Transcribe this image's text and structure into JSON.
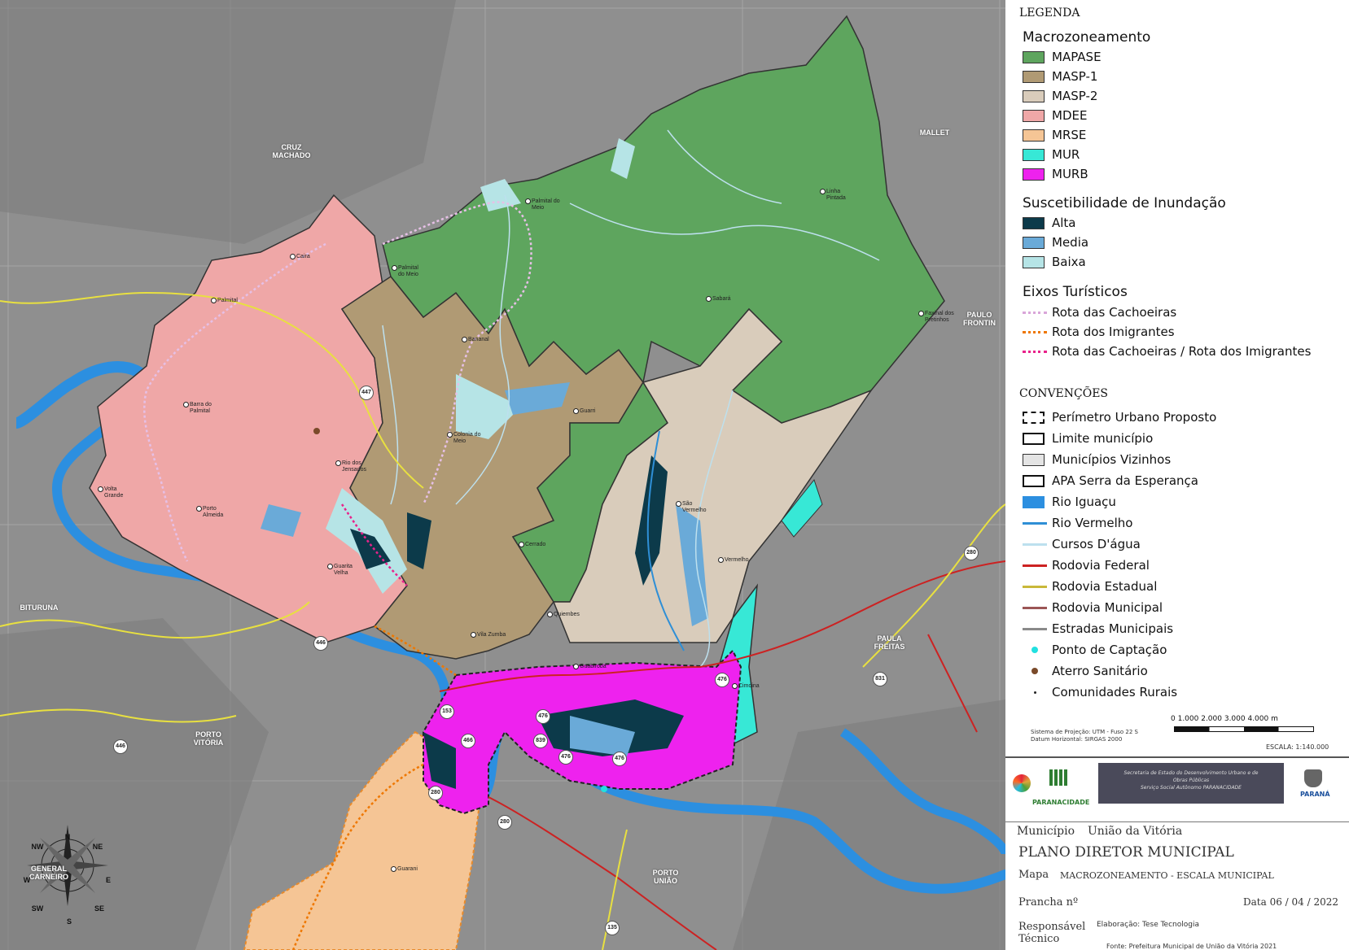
{
  "map": {
    "labels": {
      "cruz_machado": "CRUZ\nMACHADO",
      "mallet": "MALLET",
      "paulo_frontin": "PAULO\nFRONTIN",
      "bituruna": "BITURUNA",
      "porto_vitoria": "PORTO\nVITÓRIA",
      "paula_freitas": "PAULA\nFREITAS",
      "porto_uniao": "PORTO\nUNIÃO",
      "general_carneiro": "GENERAL\nCARNEIRO"
    },
    "places": [
      "Palmital do Meio",
      "Linha Pintada",
      "Sabará",
      "Faxinal dos Pretinhos",
      "Caira",
      "Palmital",
      "Palmital do Meio",
      "Bananal",
      "Barra do Palmital",
      "Rio dos Jensados",
      "Volta Grande",
      "Porto Almeida",
      "Guarita Velha",
      "Colonia do Meio",
      "Guarri",
      "Cerrado",
      "São Vermelho",
      "Vermelho",
      "Vila Zumba",
      "Quiembes",
      "Guabiroba",
      "Cimdina",
      "Guarani"
    ],
    "roads": [
      "447",
      "446",
      "476",
      "153",
      "466",
      "476",
      "280",
      "280",
      "476",
      "446",
      "831",
      "280",
      "135",
      "476",
      "839"
    ],
    "compass": {
      "n": "N",
      "ne": "NE",
      "nw": "NW",
      "w": "W",
      "e": "E",
      "sw": "SW",
      "se": "SE",
      "s": "S"
    }
  },
  "legend": {
    "title": "LEGENDA",
    "macrozone_title": "Macrozoneamento",
    "macrozones": [
      {
        "label": "MAPASE",
        "color": "#5ea55e"
      },
      {
        "label": "MASP-1",
        "color": "#b09a74"
      },
      {
        "label": "MASP-2",
        "color": "#d9ccbb"
      },
      {
        "label": "MDEE",
        "color": "#efa7a7"
      },
      {
        "label": "MRSE",
        "color": "#f5c595"
      },
      {
        "label": "MUR",
        "color": "#37e8d6"
      },
      {
        "label": "MURB",
        "color": "#ee22ee"
      }
    ],
    "flood_title": "Suscetibilidade de Inundação",
    "flood": [
      {
        "label": "Alta",
        "color": "#0c3a4a"
      },
      {
        "label": "Media",
        "color": "#6aaad8"
      },
      {
        "label": "Baixa",
        "color": "#b6e4e6"
      }
    ],
    "tourism_title": "Eixos Turísticos",
    "tourism": [
      {
        "label": "Rota das Cachoeiras",
        "color": "#d9a6d9"
      },
      {
        "label": "Rota dos Imigrantes",
        "color": "#ee7700"
      },
      {
        "label": "Rota das Cachoeiras / Rota dos Imigrantes",
        "color": "#e8228a"
      }
    ],
    "conventions_title": "CONVENÇÕES",
    "conventions": [
      {
        "label": "Perímetro Urbano Proposto",
        "kind": "dashed"
      },
      {
        "label": "Limite município",
        "kind": "box"
      },
      {
        "label": "Municípios Vizinhos",
        "kind": "grey"
      },
      {
        "label": "APA Serra da Esperança",
        "kind": "box"
      },
      {
        "label": "Rio Iguaçu",
        "kind": "blue"
      },
      {
        "label": "Rio Vermelho",
        "kind": "line",
        "color": "#2f8fd6"
      },
      {
        "label": "Cursos D'água",
        "kind": "line",
        "color": "#bde0ee"
      },
      {
        "label": "Rodovia Federal",
        "kind": "line",
        "color": "#cc2222"
      },
      {
        "label": "Rodovia Estadual",
        "kind": "line",
        "color": "#c9b83a"
      },
      {
        "label": "Rodovia Municipal",
        "kind": "line",
        "color": "#9b5555"
      },
      {
        "label": "Estradas Municipais",
        "kind": "line",
        "color": "#8a8a8a"
      },
      {
        "label": "Ponto de Captação",
        "kind": "dot",
        "color": "#22e0e0"
      },
      {
        "label": "Aterro Sanitário",
        "kind": "dot",
        "color": "#7a4a2a"
      },
      {
        "label": "Comunidades Rurais",
        "kind": "smalldot",
        "color": "#222222"
      }
    ],
    "scale_bar_label": "0    1.000 2.000 3.000 4.000 m",
    "projection": "Sistema de Projeção: UTM - Fuso 22 S\nDatum Horizontal: SIRGAS 2000",
    "escala": "ESCALA: 1:140.000",
    "agency": "Secretaria de Estado do Desenvolvimento Urbano e de\nObras Públicas\nServiço Social Autônomo PARANACIDADE",
    "paranacidade": "PARANACIDADE",
    "parana": "PARANÁ",
    "municipio_label": "Município",
    "municipio": "União da Vitória",
    "plano": "PLANO DIRETOR MUNICIPAL",
    "mapa_label": "Mapa",
    "mapa": "MACROZONEAMENTO - ESCALA MUNICIPAL",
    "prancha": "Prancha nº",
    "data": "Data 06 / 04 / 2022",
    "responsavel": "Responsável\nTécnico",
    "elaboracao": "Elaboração: Tese Tecnologia",
    "fonte": "Fonte: Prefeitura Municipal de União da Vitória 2021"
  }
}
